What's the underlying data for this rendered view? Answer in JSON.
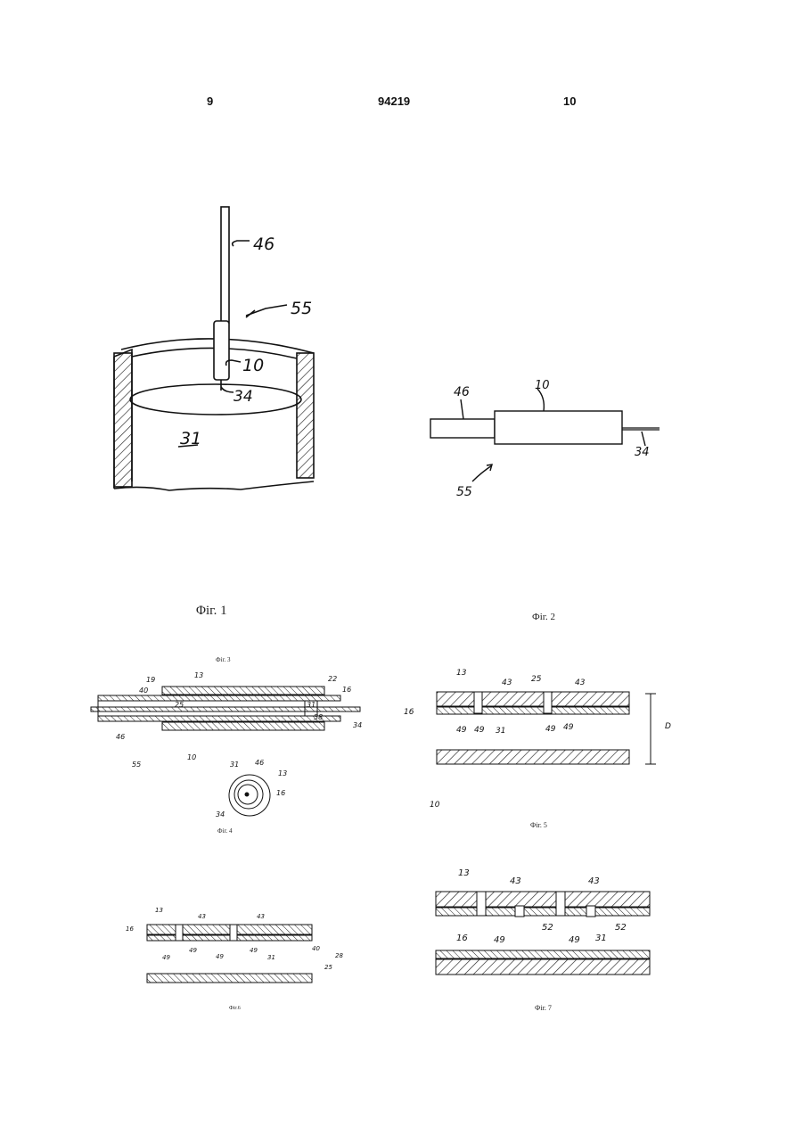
{
  "header": {
    "page_left": "9",
    "patent_number": "94219",
    "page_right": "10"
  },
  "captions": {
    "fig1": "Φіг. 1",
    "fig2": "Фіг. 2",
    "fig3": "Фіг. 3",
    "fig4": "Фіг. 4",
    "fig5": "Фіг. 5",
    "fig6": "Фіг.6",
    "fig7": "Фіг. 7"
  },
  "labels": {
    "fig1": [
      "46",
      "55",
      "10",
      "34",
      "31"
    ],
    "fig2": [
      "46",
      "10",
      "34",
      "55"
    ],
    "fig3": [
      "19",
      "13",
      "22",
      "16",
      "40",
      "25",
      "31",
      "58",
      "34",
      "46",
      "55",
      "10"
    ],
    "fig4": [
      "31",
      "46",
      "13",
      "16",
      "34"
    ],
    "fig5": [
      "13",
      "43",
      "25",
      "43",
      "16",
      "49",
      "49",
      "31",
      "49",
      "49",
      "D",
      "10"
    ],
    "fig6": [
      "13",
      "43",
      "43",
      "16",
      "49",
      "49",
      "49",
      "49",
      "31",
      "40",
      "28",
      "25"
    ],
    "fig7": [
      "13",
      "43",
      "43",
      "52",
      "49",
      "52",
      "49",
      "31",
      "16"
    ]
  }
}
